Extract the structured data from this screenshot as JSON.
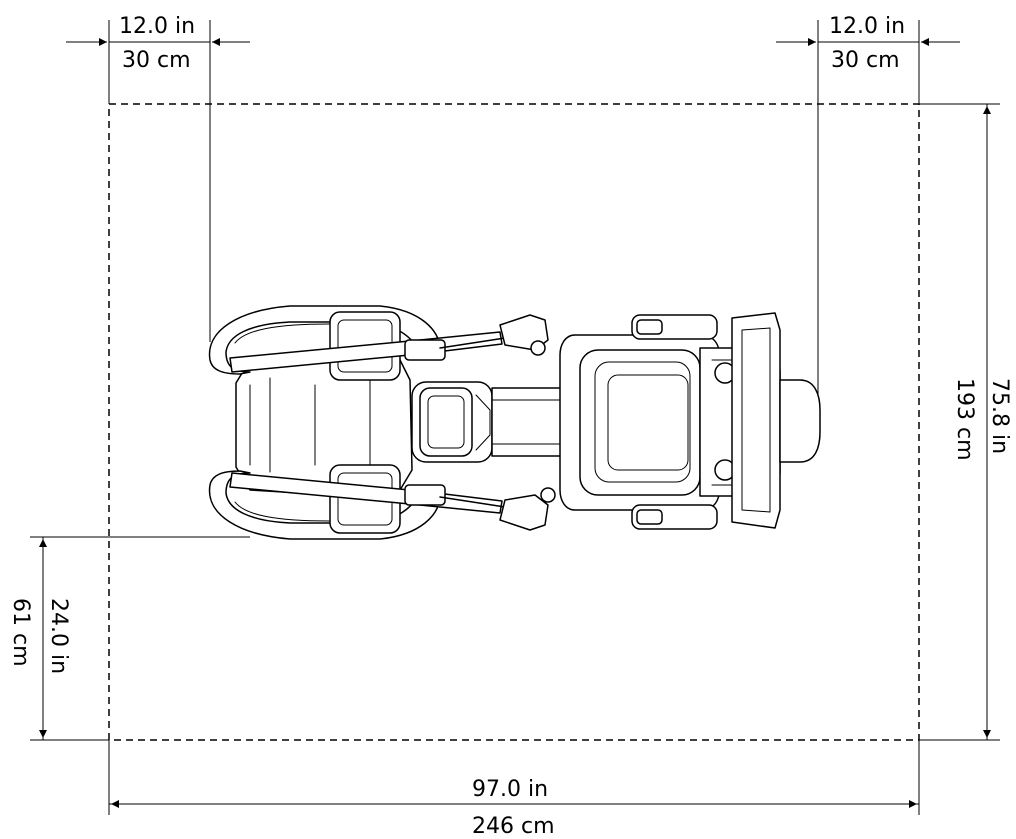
{
  "dimensions": {
    "left_clearance": {
      "imperial": "12.0 in",
      "metric": "30 cm"
    },
    "right_clearance": {
      "imperial": "12.0 in",
      "metric": "30 cm"
    },
    "height": {
      "imperial": "75.8 in",
      "metric": "193 cm"
    },
    "bottom_clearance": {
      "imperial": "24.0 in",
      "metric": "61 cm"
    },
    "width": {
      "imperial": "97.0 in",
      "metric": "246 cm"
    }
  }
}
